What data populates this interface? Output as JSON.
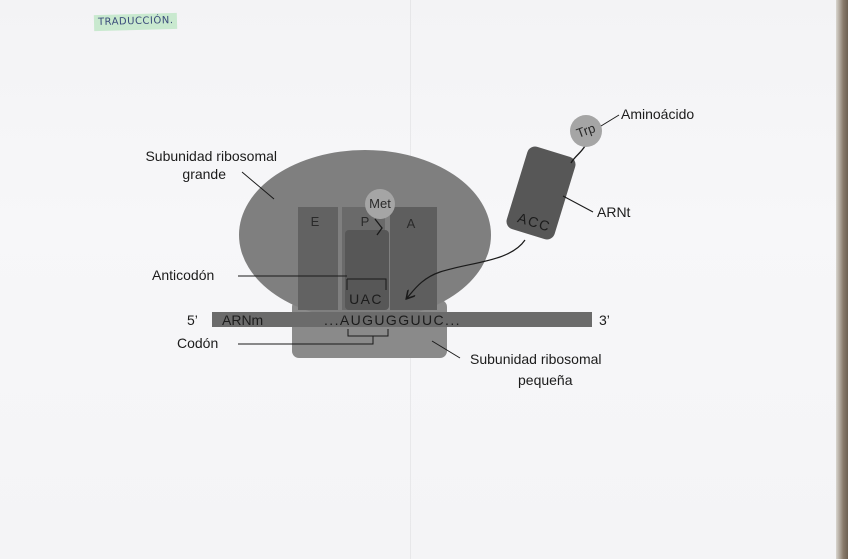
{
  "title_note": "TRADUCCIÓN.",
  "labels": {
    "large_subunit_line1": "Subunidad ribosomal",
    "large_subunit_line2": "grande",
    "small_subunit_line1": "Subunidad ribosomal",
    "small_subunit_line2": "pequeña",
    "anticodon": "Anticodón",
    "codon": "Codón",
    "aminoacid": "Aminoácido",
    "trna": "ARNt",
    "mrna": "ARNm",
    "five_prime": "5’",
    "three_prime": "3’"
  },
  "sites": {
    "e": "E",
    "p": "P",
    "a": "A"
  },
  "amino_acids": {
    "met": "Met",
    "trp": "Trp"
  },
  "sequences": {
    "mrna": "...AUGUGGUUC...",
    "p_trna_anticodon": "UAC",
    "incoming_trna_anticodon": "ACC"
  },
  "colors": {
    "large_subunit": "#7f7f7f",
    "small_subunit": "#8a8a8a",
    "site_e": "#626262",
    "site_p": "#6a6a6a",
    "site_a": "#5e5e5e",
    "trna": "#575757",
    "mrna": "#6b6b6b",
    "amino_acid": "#a5a5a5"
  }
}
